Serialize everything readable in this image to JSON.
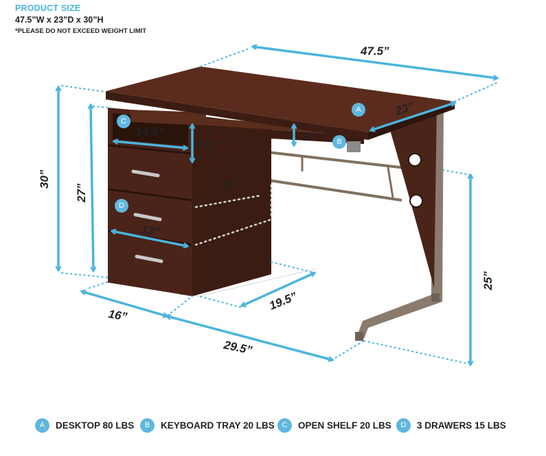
{
  "header": {
    "title": "PRODUCT SIZE",
    "size": "47.5”W x 23”D x 30”H",
    "warning": "*PLEASE DO NOT EXCEED WEIGHT LIMIT"
  },
  "colors": {
    "accent": "#4bb4dd",
    "wood": "#4a2418",
    "metal": "#7a6a5c",
    "text": "#222222"
  },
  "dimensions": {
    "width_top": "47.5”",
    "depth_top": "23”",
    "total_height": "30”",
    "cabinet_height": "27”",
    "shelf_width": "14.5”",
    "shelf_height": "5.5”",
    "tray_height": "3”",
    "knee_depth": "15”",
    "drawer_width": "12”",
    "leg_height": "25”",
    "cabinet_depth": "16”",
    "knee_width": "19.5”",
    "floor_width": "29.5”"
  },
  "badges": {
    "a": "A",
    "b": "B",
    "c": "C",
    "d": "D"
  },
  "legend": [
    {
      "badge": "A",
      "label": "DESKTOP 80 LBS"
    },
    {
      "badge": "B",
      "label": "KEYBOARD TRAY 20 LBS"
    },
    {
      "badge": "C",
      "label": "OPEN SHELF 20 LBS"
    },
    {
      "badge": "D",
      "label": "3 DRAWERS 15 LBS"
    }
  ]
}
